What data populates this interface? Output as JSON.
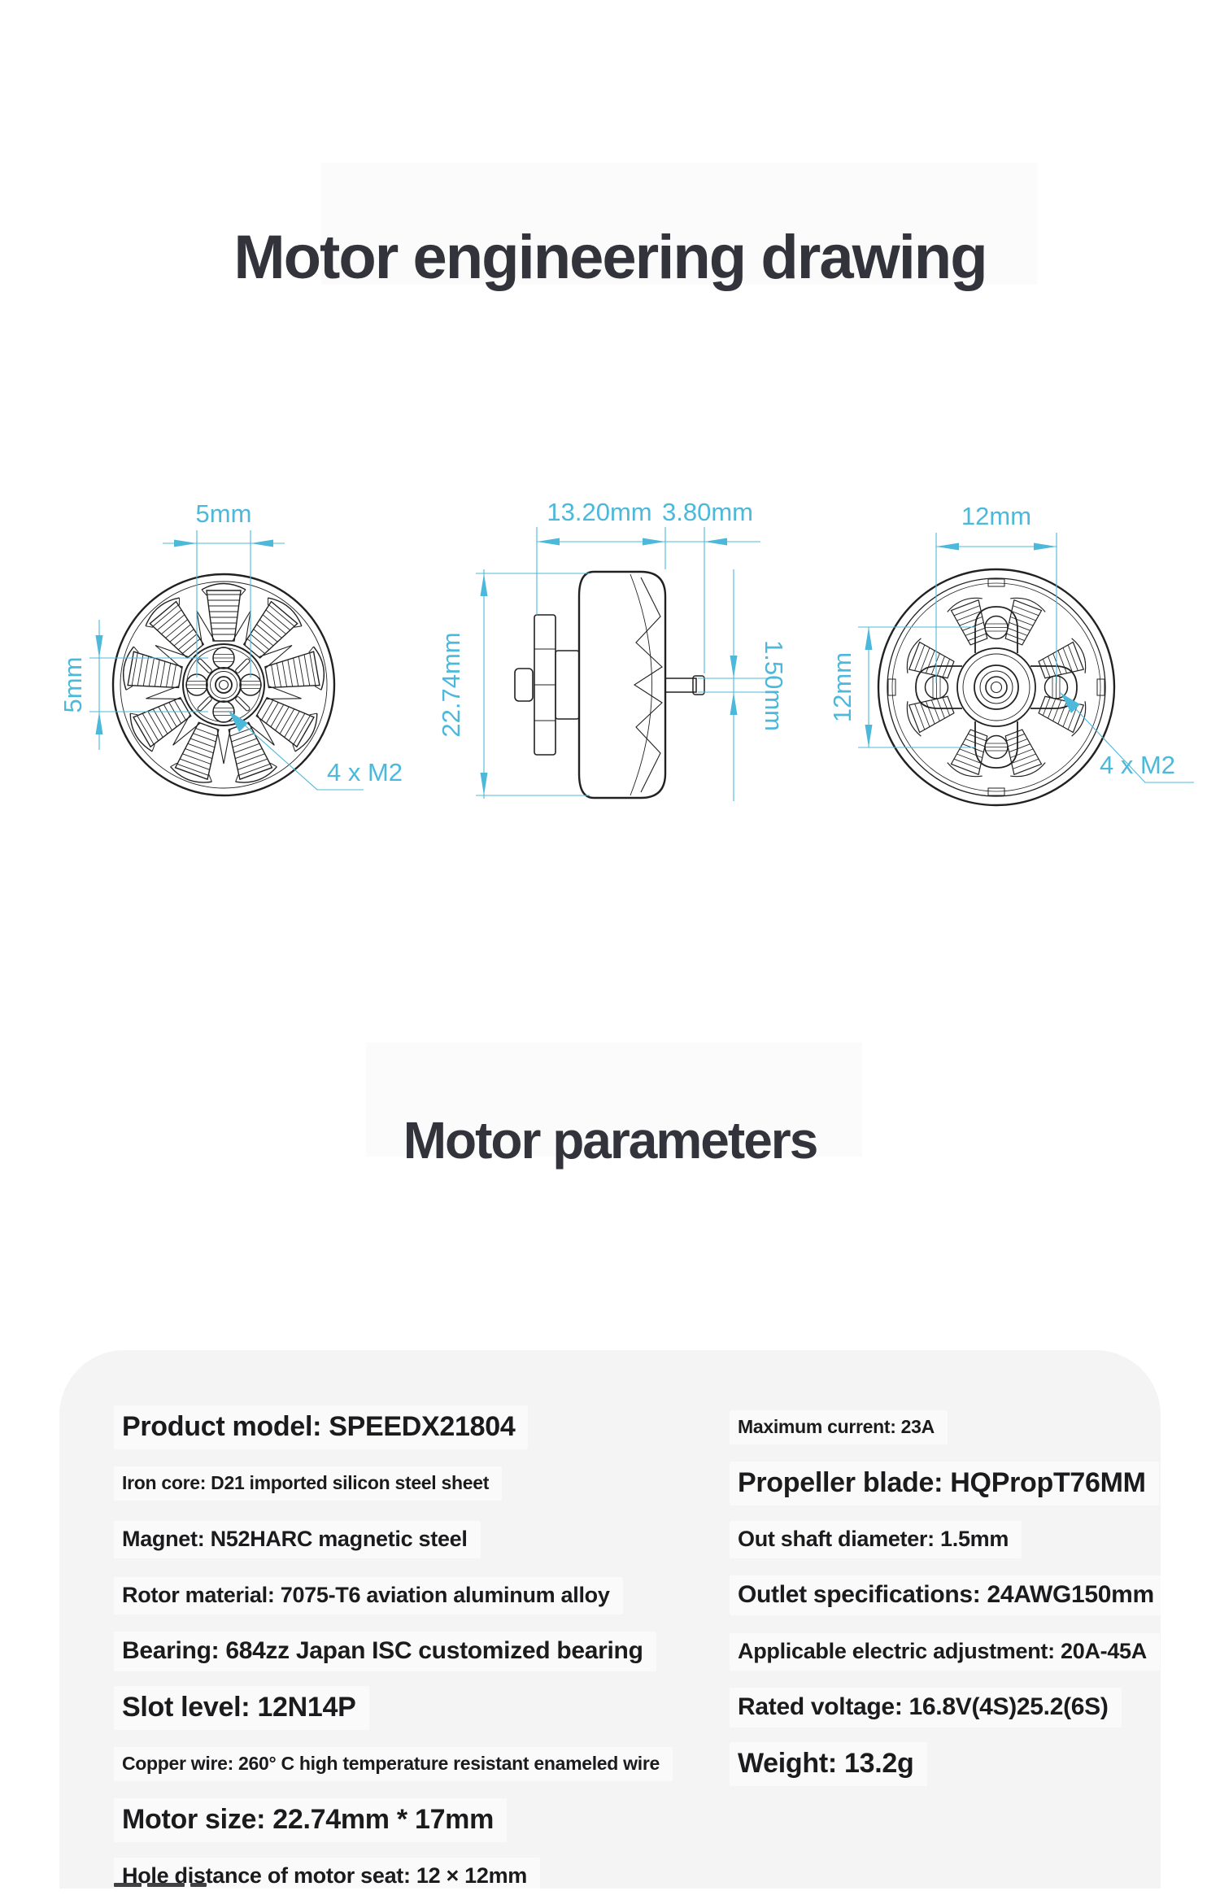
{
  "page": {
    "main_title": "Motor engineering drawing",
    "parameters_title": "Motor parameters"
  },
  "colors": {
    "dimension_cyan": "#4cb8da",
    "drawing_line": "#212121",
    "card_background": "#f4f4f4",
    "text_dark": "#1b1b1d",
    "title_dark": "#33333b"
  },
  "drawings": {
    "front": {
      "dim_top": "5mm",
      "dim_side": "5mm",
      "screws": "4 x M2"
    },
    "side": {
      "dim_body": "13.20mm",
      "dim_shaft_len": "3.80mm",
      "dim_height": "22.74mm",
      "dim_shaft_dia": "1.50mm"
    },
    "bottom": {
      "dim_top": "12mm",
      "dim_side": "12mm",
      "screws": "4 x M2"
    }
  },
  "parameters": {
    "left": [
      {
        "text": "Product model: SPEEDX21804",
        "size": "xl"
      },
      {
        "text": "Iron core: D21 imported silicon steel sheet",
        "size": "s"
      },
      {
        "text": "Magnet: N52HARC magnetic steel",
        "size": "m"
      },
      {
        "text": "Rotor material: 7075-T6 aviation aluminum alloy",
        "size": "m"
      },
      {
        "text": "Bearing: 684zz Japan ISC customized bearing",
        "size": "l"
      },
      {
        "text": "Slot level: 12N14P",
        "size": "xl"
      },
      {
        "text": "Copper wire: 260° C high temperature resistant enameled wire",
        "size": "s"
      },
      {
        "text": "Motor size: 22.74mm * 17mm",
        "size": "xl"
      },
      {
        "text": "Hole distance of motor seat: 12 × 12mm",
        "size": "m"
      }
    ],
    "right": [
      {
        "text": "Maximum current: 23A",
        "size": "s"
      },
      {
        "text": "Propeller blade: HQPropT76MM",
        "size": "xl"
      },
      {
        "text": "Out shaft diameter: 1.5mm",
        "size": "m"
      },
      {
        "text": "Outlet specifications: 24AWG150mm",
        "size": "l"
      },
      {
        "text": "Applicable electric adjustment: 20A-45A",
        "size": "m"
      },
      {
        "text": "Rated voltage: 16.8V(4S)25.2(6S)",
        "size": "l"
      },
      {
        "text": "Weight: 13.2g",
        "size": "xl"
      }
    ]
  }
}
